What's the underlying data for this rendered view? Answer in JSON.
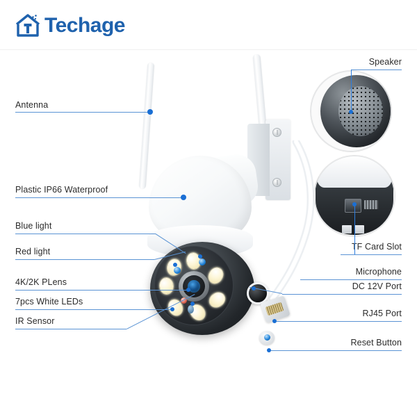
{
  "header": {
    "brand": "Techage",
    "logo_icon": "house-camera-logo-icon",
    "brand_color": "#1f62ad"
  },
  "colors": {
    "callout_line": "#5a93d4",
    "callout_dot": "#1a6fd4",
    "label_text": "#2b2b2b",
    "background": "#ffffff"
  },
  "callouts": {
    "left": [
      {
        "label": "Antenna"
      },
      {
        "label": "Plastic IP66 Waterproof"
      },
      {
        "label": "Blue light"
      },
      {
        "label": "Red light"
      },
      {
        "label": "4K/2K PLens"
      },
      {
        "label": "7pcs White LEDs"
      },
      {
        "label": "IR Sensor"
      }
    ],
    "right": [
      {
        "label": "Speaker"
      },
      {
        "label": "TF Card Slot"
      },
      {
        "label": "Microphone"
      },
      {
        "label": "DC 12V Port"
      },
      {
        "label": "RJ45 Port"
      },
      {
        "label": "Reset Button"
      }
    ]
  },
  "product": {
    "name": "ptz-dome-security-camera",
    "parts": {
      "antenna_left": "antenna-left",
      "antenna_right": "antenna-right",
      "dome": "white-dome-housing",
      "camera_ball": "camera-ball-head",
      "lens": "camera-lens",
      "led_count": 7,
      "bracket": "wall-mount-bracket",
      "cable": "power-network-cable",
      "connector_dc": "dc-12v-barrel-connector",
      "connector_rj45": "rj45-ethernet-connector",
      "connector_reset": "reset-button-connector"
    }
  },
  "insets": {
    "speaker": "speaker-detail-inset",
    "tf_card": "tf-card-slot-detail-inset"
  }
}
